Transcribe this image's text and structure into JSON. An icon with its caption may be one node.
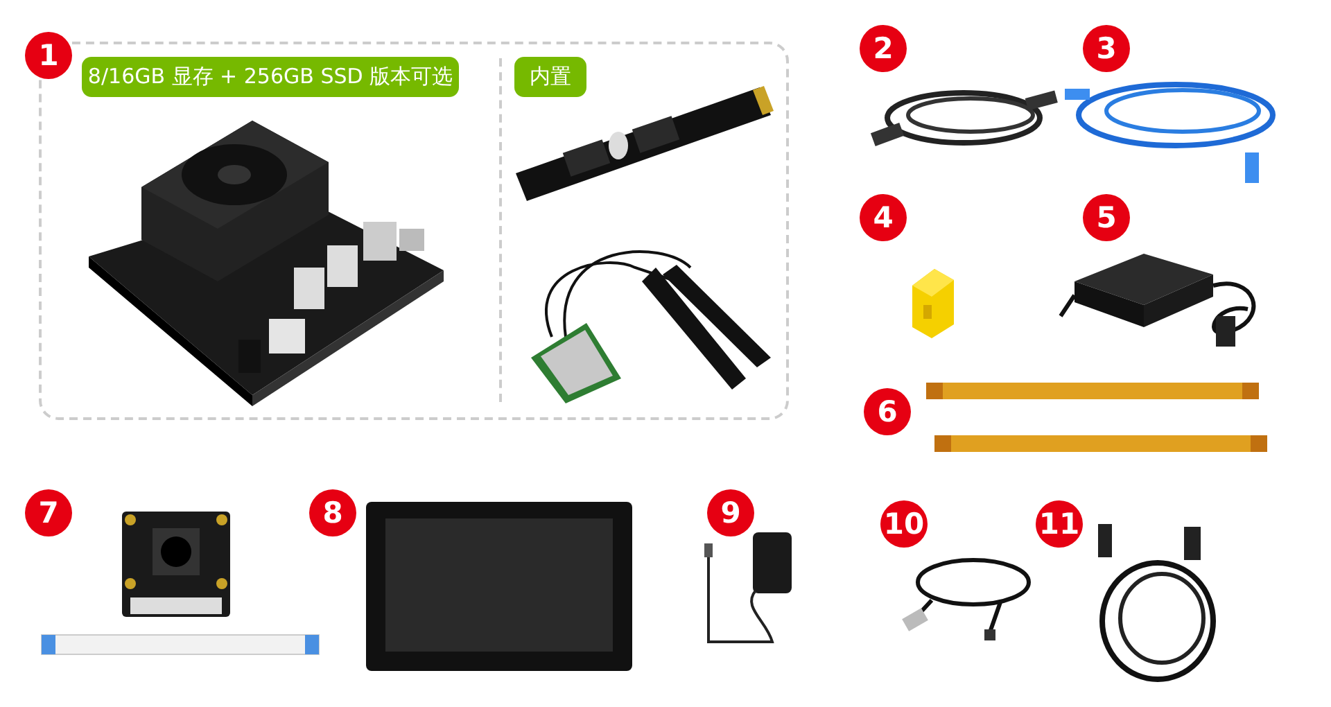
{
  "diagram": {
    "nodes": [
      {
        "text": [
          "1"
        ]
      },
      {
        "text": [],
        "shape": "box"
      },
      {
        "text": [
          "8/16GB 显存 + 256GB SSD 版本可选"
        ],
        "in": 1
      },
      {
        "text": [
          "内置"
        ],
        "in": 1
      },
      {
        "text": [
          "2"
        ]
      },
      {
        "text": [
          "3"
        ]
      },
      {
        "text": [
          "4"
        ]
      },
      {
        "text": [
          "5"
        ]
      },
      {
        "text": [
          "6"
        ]
      },
      {
        "text": [
          "7"
        ]
      },
      {
        "text": [
          "8"
        ]
      },
      {
        "text": [
          "9"
        ]
      },
      {
        "text": [
          "10"
        ]
      },
      {
        "text": [
          "11"
        ]
      }
    ]
  }
}
